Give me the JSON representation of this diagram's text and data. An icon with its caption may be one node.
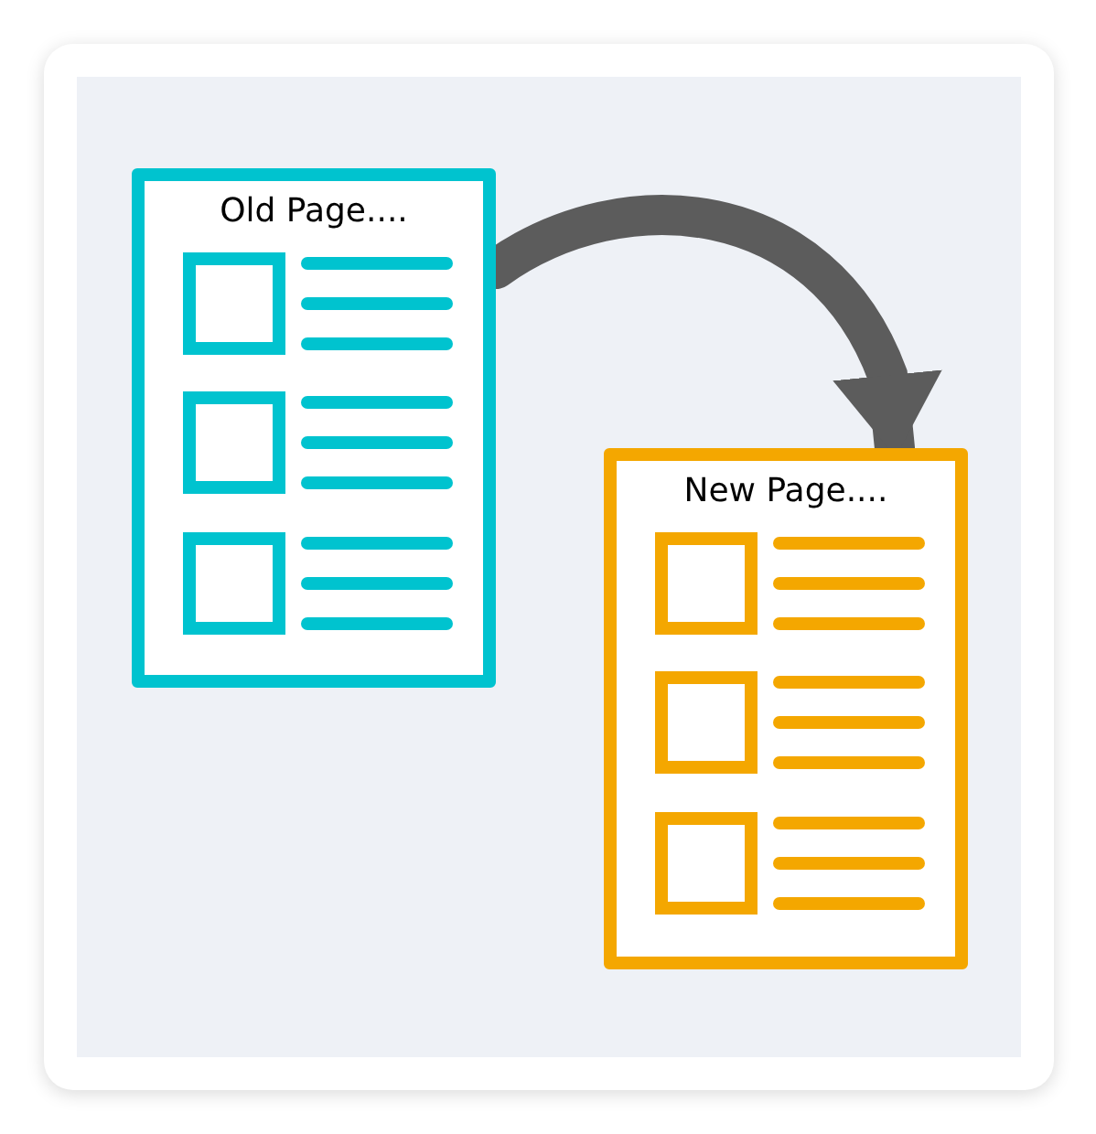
{
  "diagram": {
    "nodes": [
      {
        "text": [
          "Old Page...."
        ]
      },
      {
        "text": [
          "New Page...."
        ]
      }
    ],
    "edges": [
      {
        "from": 0,
        "to": 1,
        "arrow": "to"
      }
    ]
  }
}
